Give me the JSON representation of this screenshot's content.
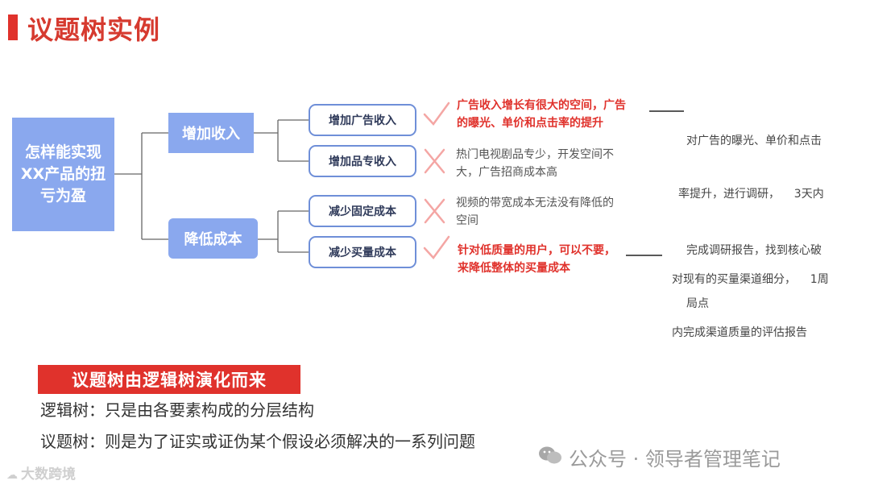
{
  "title": "议题树实例",
  "root": {
    "line1": "怎样能实现",
    "line2": "XX产品的扭",
    "line3": "亏为盈"
  },
  "level1": [
    {
      "label": "增加收入"
    },
    {
      "label": "降低成本"
    }
  ],
  "level2": [
    {
      "label": "增加广告收入",
      "mark": "check",
      "desc_line1": "广告收入增长有很大的空间，广告",
      "desc_line2": "的曝光、单价和点击率的提升"
    },
    {
      "label": "增加品专收入",
      "mark": "cross",
      "desc_line1": "热门电视剧品专少，开发空间不",
      "desc_line2": "大，广告招商成本高"
    },
    {
      "label": "减少固定成本",
      "mark": "cross",
      "desc_line1": "视频的带宽成本无法没有降低的",
      "desc_line2": "空间"
    },
    {
      "label": "减少买量成本",
      "mark": "check",
      "desc_line1": "针对低质量的用户，可以不要，",
      "desc_line2": "来降低整体的买量成本"
    }
  ],
  "notes": {
    "ad": {
      "line1": "对广告的曝光、单价和点击",
      "line2": "率提升，进行调研，    3天内",
      "line3": "完成调研报告，找到核心破",
      "line4": "局点"
    },
    "buy": {
      "line1": "对现有的买量渠道细分，    1周",
      "line2": "内完成渠道质量的评估报告"
    }
  },
  "banner": "议题树由逻辑树演化而来",
  "definitions": {
    "logic_tree": "逻辑树：只是由各要素构成的分层结构",
    "issue_tree": "议题树：则是为了证实或证伪某个假设必须解决的一系列问题"
  },
  "watermark": "公众号 · 领导者管理笔记",
  "corner_logo": "大数跨境",
  "colors": {
    "accent_red": "#e0322c",
    "node_blue": "#8aa8ee",
    "border_blue": "#6f8fd8",
    "mark_pink": "#f4a6a4"
  }
}
